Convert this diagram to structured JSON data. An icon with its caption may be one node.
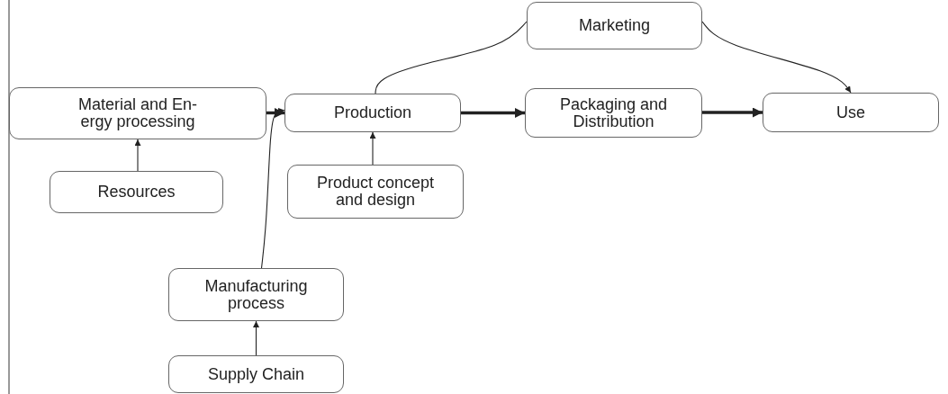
{
  "diagram": {
    "nodes": [
      {
        "text": [
          "Marketing"
        ]
      },
      {
        "text": [
          "Material and En- ergy processing"
        ]
      },
      {
        "text": [
          "Production"
        ]
      },
      {
        "text": [
          "Packaging and Distribution"
        ]
      },
      {
        "text": [
          "Use"
        ]
      },
      {
        "text": [
          "Resources"
        ]
      },
      {
        "text": [
          "Product concept and design"
        ]
      },
      {
        "text": [
          "Manufacturing process"
        ]
      },
      {
        "text": [
          "Supply Chain"
        ]
      }
    ],
    "edges": [
      {
        "from": 5,
        "to": 1,
        "arrow": "to"
      },
      {
        "from": 1,
        "to": 2,
        "arrow": "to",
        "style": "thick"
      },
      {
        "from": 7,
        "to": 2,
        "arrow": "to"
      },
      {
        "from": 6,
        "to": 2,
        "arrow": "to"
      },
      {
        "from": 8,
        "to": 7,
        "arrow": "to"
      },
      {
        "from": 2,
        "to": 0,
        "arrow": "none"
      },
      {
        "from": 0,
        "to": 4,
        "arrow": "to"
      },
      {
        "from": 2,
        "to": 3,
        "arrow": "to",
        "style": "thick"
      },
      {
        "from": 3,
        "to": 4,
        "arrow": "to",
        "style": "thick"
      }
    ]
  }
}
